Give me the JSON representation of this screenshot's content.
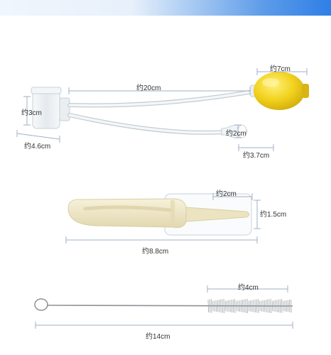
{
  "labels": {
    "nozzle_height": "约3cm",
    "nozzle_width": "约4.6cm",
    "tube_length": "约20cm",
    "bulb_length": "约7cm",
    "tip_diameter": "约2cm",
    "tip_length": "约3.7cm",
    "tweezer_tip": "约2cm",
    "tweezer_height": "约1.5cm",
    "tweezer_length": "约8.8cm",
    "brush_head": "约4cm",
    "brush_length": "约14cm"
  },
  "colors": {
    "bulb": "#f2d21e",
    "bulb_dark": "#d2ac0c",
    "tweezer": "#efe8c9",
    "dimension_line": "#9fb0c4",
    "tube": "#eef2f4"
  }
}
